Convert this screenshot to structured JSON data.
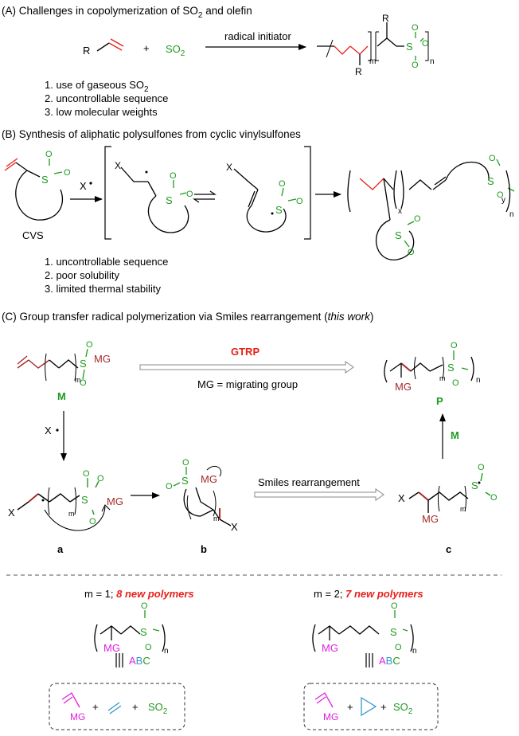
{
  "colors": {
    "black": "#000000",
    "green": "#1f9a1f",
    "darkred": "#a52a2a",
    "red": "#e8201a",
    "magenta": "#e020e0",
    "blue": "#3399cc",
    "grey": "#888888"
  },
  "sectionA": {
    "title_pre": "(A) Challenges in copolymerization of SO",
    "title_sub": "2",
    "title_post": " and olefin",
    "reagent_R": "R",
    "plus": "+",
    "so2_main": "SO",
    "so2_sub": "2",
    "arrow_label": "radical initiator",
    "prod_R1": "R",
    "prod_R2": "R",
    "prod_m": "m",
    "prod_n": "n",
    "prod_S": "S",
    "prod_O": "O",
    "issue1_pre": "1. use of gaseous SO",
    "issue1_sub": "2",
    "issue2": "2. uncontrollable sequence",
    "issue3": "3. low molecular weights"
  },
  "sectionB": {
    "title": "(B) Synthesis of aliphatic polysulfones from cyclic vinylsulfones",
    "S": "S",
    "O": "O",
    "radical": "X",
    "cvs": "CVS",
    "x_sub": "x",
    "y_sub": "y",
    "n_sub": "n",
    "issue1": "1. uncontrollable sequence",
    "issue2": "2. poor solubility",
    "issue3": "3. limited thermal stability"
  },
  "sectionC": {
    "title_pre": "(C) Group transfer radical polymerization via Smiles rearrangement (",
    "title_italic": "this work",
    "title_post": ")",
    "mg": "MG",
    "S": "S",
    "O": "O",
    "m": "m",
    "n": "n",
    "X": "X",
    "label_M": "M",
    "label_P": "P",
    "label_a": "a",
    "label_b": "b",
    "label_c": "c",
    "gtrp": "GTRP",
    "mg_def": "MG = migrating group",
    "radical_x": "X",
    "smiles": "Smiles rearrangement"
  },
  "bottom": {
    "left_prefix": "m = 1; ",
    "left_highlight": "8 new polymers",
    "right_prefix": "m = 2; ",
    "right_highlight": "7 new polymers",
    "mg": "MG",
    "S": "S",
    "O": "O",
    "n": "n",
    "abc_a": "A",
    "abc_b": "B",
    "abc_c": "C",
    "plus": "+",
    "so2_main": "SO",
    "so2_sub": "2"
  }
}
